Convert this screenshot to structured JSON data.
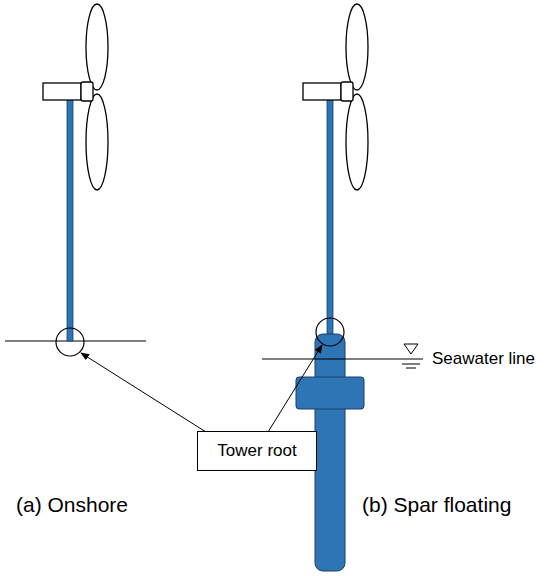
{
  "diagram": {
    "nodes": [
      {
        "text": [
          "Tower root"
        ]
      }
    ],
    "labels": [
      "Seawater line",
      "(a) Onshore",
      "(b) Spar floating"
    ]
  }
}
